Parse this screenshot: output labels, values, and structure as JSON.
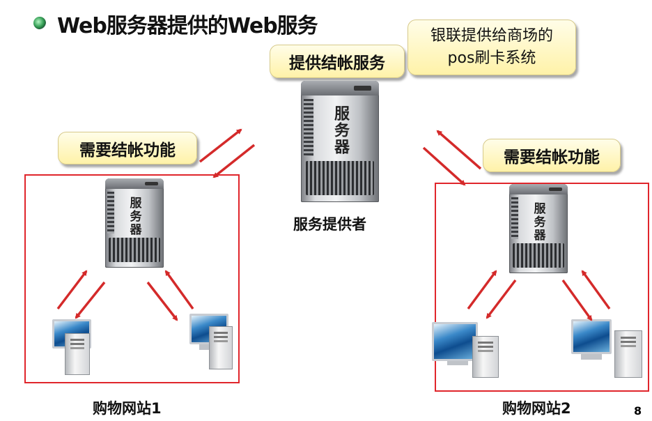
{
  "title": "Web服务器提供的Web服务",
  "callouts": {
    "provide_checkout": "提供结帐服务",
    "unionpay_line1": "银联提供给商场的",
    "unionpay_line2": "pos刷卡系统",
    "need_checkout_left": "需要结帐功能",
    "need_checkout_right": "需要结帐功能"
  },
  "server_label": "服务器",
  "provider_label": "服务提供者",
  "site1_label": "购物网站1",
  "site2_label": "购物网站2",
  "page_number": "8",
  "colors": {
    "arrow": "#d42a2a",
    "box": "#e0252b",
    "callout": "#fff6b8"
  }
}
